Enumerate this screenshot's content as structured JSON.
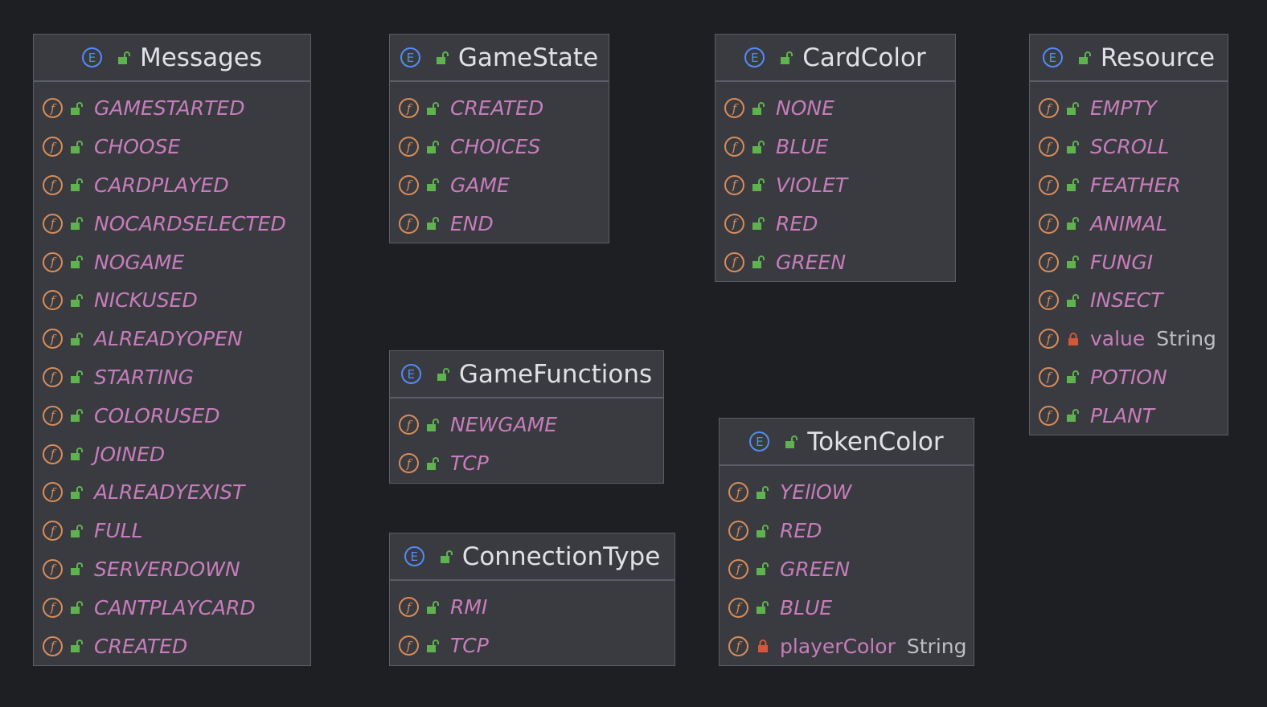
{
  "colors": {
    "background": "#1e1f22",
    "box_fill": "#393b40",
    "border": "#5a5d63",
    "title_text": "#dfe1e5",
    "constant_text": "#c77dbb",
    "type_text": "#bcbec4",
    "enum_icon": "#548af7",
    "field_icon": "#d88c5b",
    "public_icon": "#5fb34f",
    "private_icon": "#d3583a"
  },
  "icons": {
    "enum": "enum-icon",
    "field": "field-icon",
    "public": "public-open-lock-icon",
    "private": "private-lock-icon",
    "enum_letter": "E",
    "field_letter": "f"
  },
  "enums": [
    {
      "title": "Messages",
      "fields": [
        {
          "name": "GAMESTARTED",
          "access": "public"
        },
        {
          "name": "CHOOSE",
          "access": "public"
        },
        {
          "name": "CARDPLAYED",
          "access": "public"
        },
        {
          "name": "NOCARDSELECTED",
          "access": "public"
        },
        {
          "name": "NOGAME",
          "access": "public"
        },
        {
          "name": "NICKUSED",
          "access": "public"
        },
        {
          "name": "ALREADYOPEN",
          "access": "public"
        },
        {
          "name": "STARTING",
          "access": "public"
        },
        {
          "name": "COLORUSED",
          "access": "public"
        },
        {
          "name": "JOINED",
          "access": "public"
        },
        {
          "name": "ALREADYEXIST",
          "access": "public"
        },
        {
          "name": "FULL",
          "access": "public"
        },
        {
          "name": "SERVERDOWN",
          "access": "public"
        },
        {
          "name": "CANTPLAYCARD",
          "access": "public"
        },
        {
          "name": "CREATED",
          "access": "public"
        }
      ]
    },
    {
      "title": "GameState",
      "fields": [
        {
          "name": "CREATED",
          "access": "public"
        },
        {
          "name": "CHOICES",
          "access": "public"
        },
        {
          "name": "GAME",
          "access": "public"
        },
        {
          "name": "END",
          "access": "public"
        }
      ]
    },
    {
      "title": "CardColor",
      "fields": [
        {
          "name": "NONE",
          "access": "public"
        },
        {
          "name": "BLUE",
          "access": "public"
        },
        {
          "name": "VIOLET",
          "access": "public"
        },
        {
          "name": "RED",
          "access": "public"
        },
        {
          "name": "GREEN",
          "access": "public"
        }
      ]
    },
    {
      "title": "Resource",
      "fields": [
        {
          "name": "EMPTY",
          "access": "public"
        },
        {
          "name": "SCROLL",
          "access": "public"
        },
        {
          "name": "FEATHER",
          "access": "public"
        },
        {
          "name": "ANIMAL",
          "access": "public"
        },
        {
          "name": "FUNGI",
          "access": "public"
        },
        {
          "name": "INSECT",
          "access": "public"
        },
        {
          "name": "value",
          "access": "private",
          "type": "String"
        },
        {
          "name": "POTION",
          "access": "public"
        },
        {
          "name": "PLANT",
          "access": "public"
        }
      ]
    },
    {
      "title": "GameFunctions",
      "fields": [
        {
          "name": "NEWGAME",
          "access": "public"
        },
        {
          "name": "TCP",
          "access": "public"
        }
      ]
    },
    {
      "title": "ConnectionType",
      "fields": [
        {
          "name": "RMI",
          "access": "public"
        },
        {
          "name": "TCP",
          "access": "public"
        }
      ]
    },
    {
      "title": "TokenColor",
      "fields": [
        {
          "name": "YEllOW",
          "access": "public"
        },
        {
          "name": "RED",
          "access": "public"
        },
        {
          "name": "GREEN",
          "access": "public"
        },
        {
          "name": "BLUE",
          "access": "public"
        },
        {
          "name": "playerColor",
          "access": "private",
          "type": "String"
        }
      ]
    }
  ]
}
